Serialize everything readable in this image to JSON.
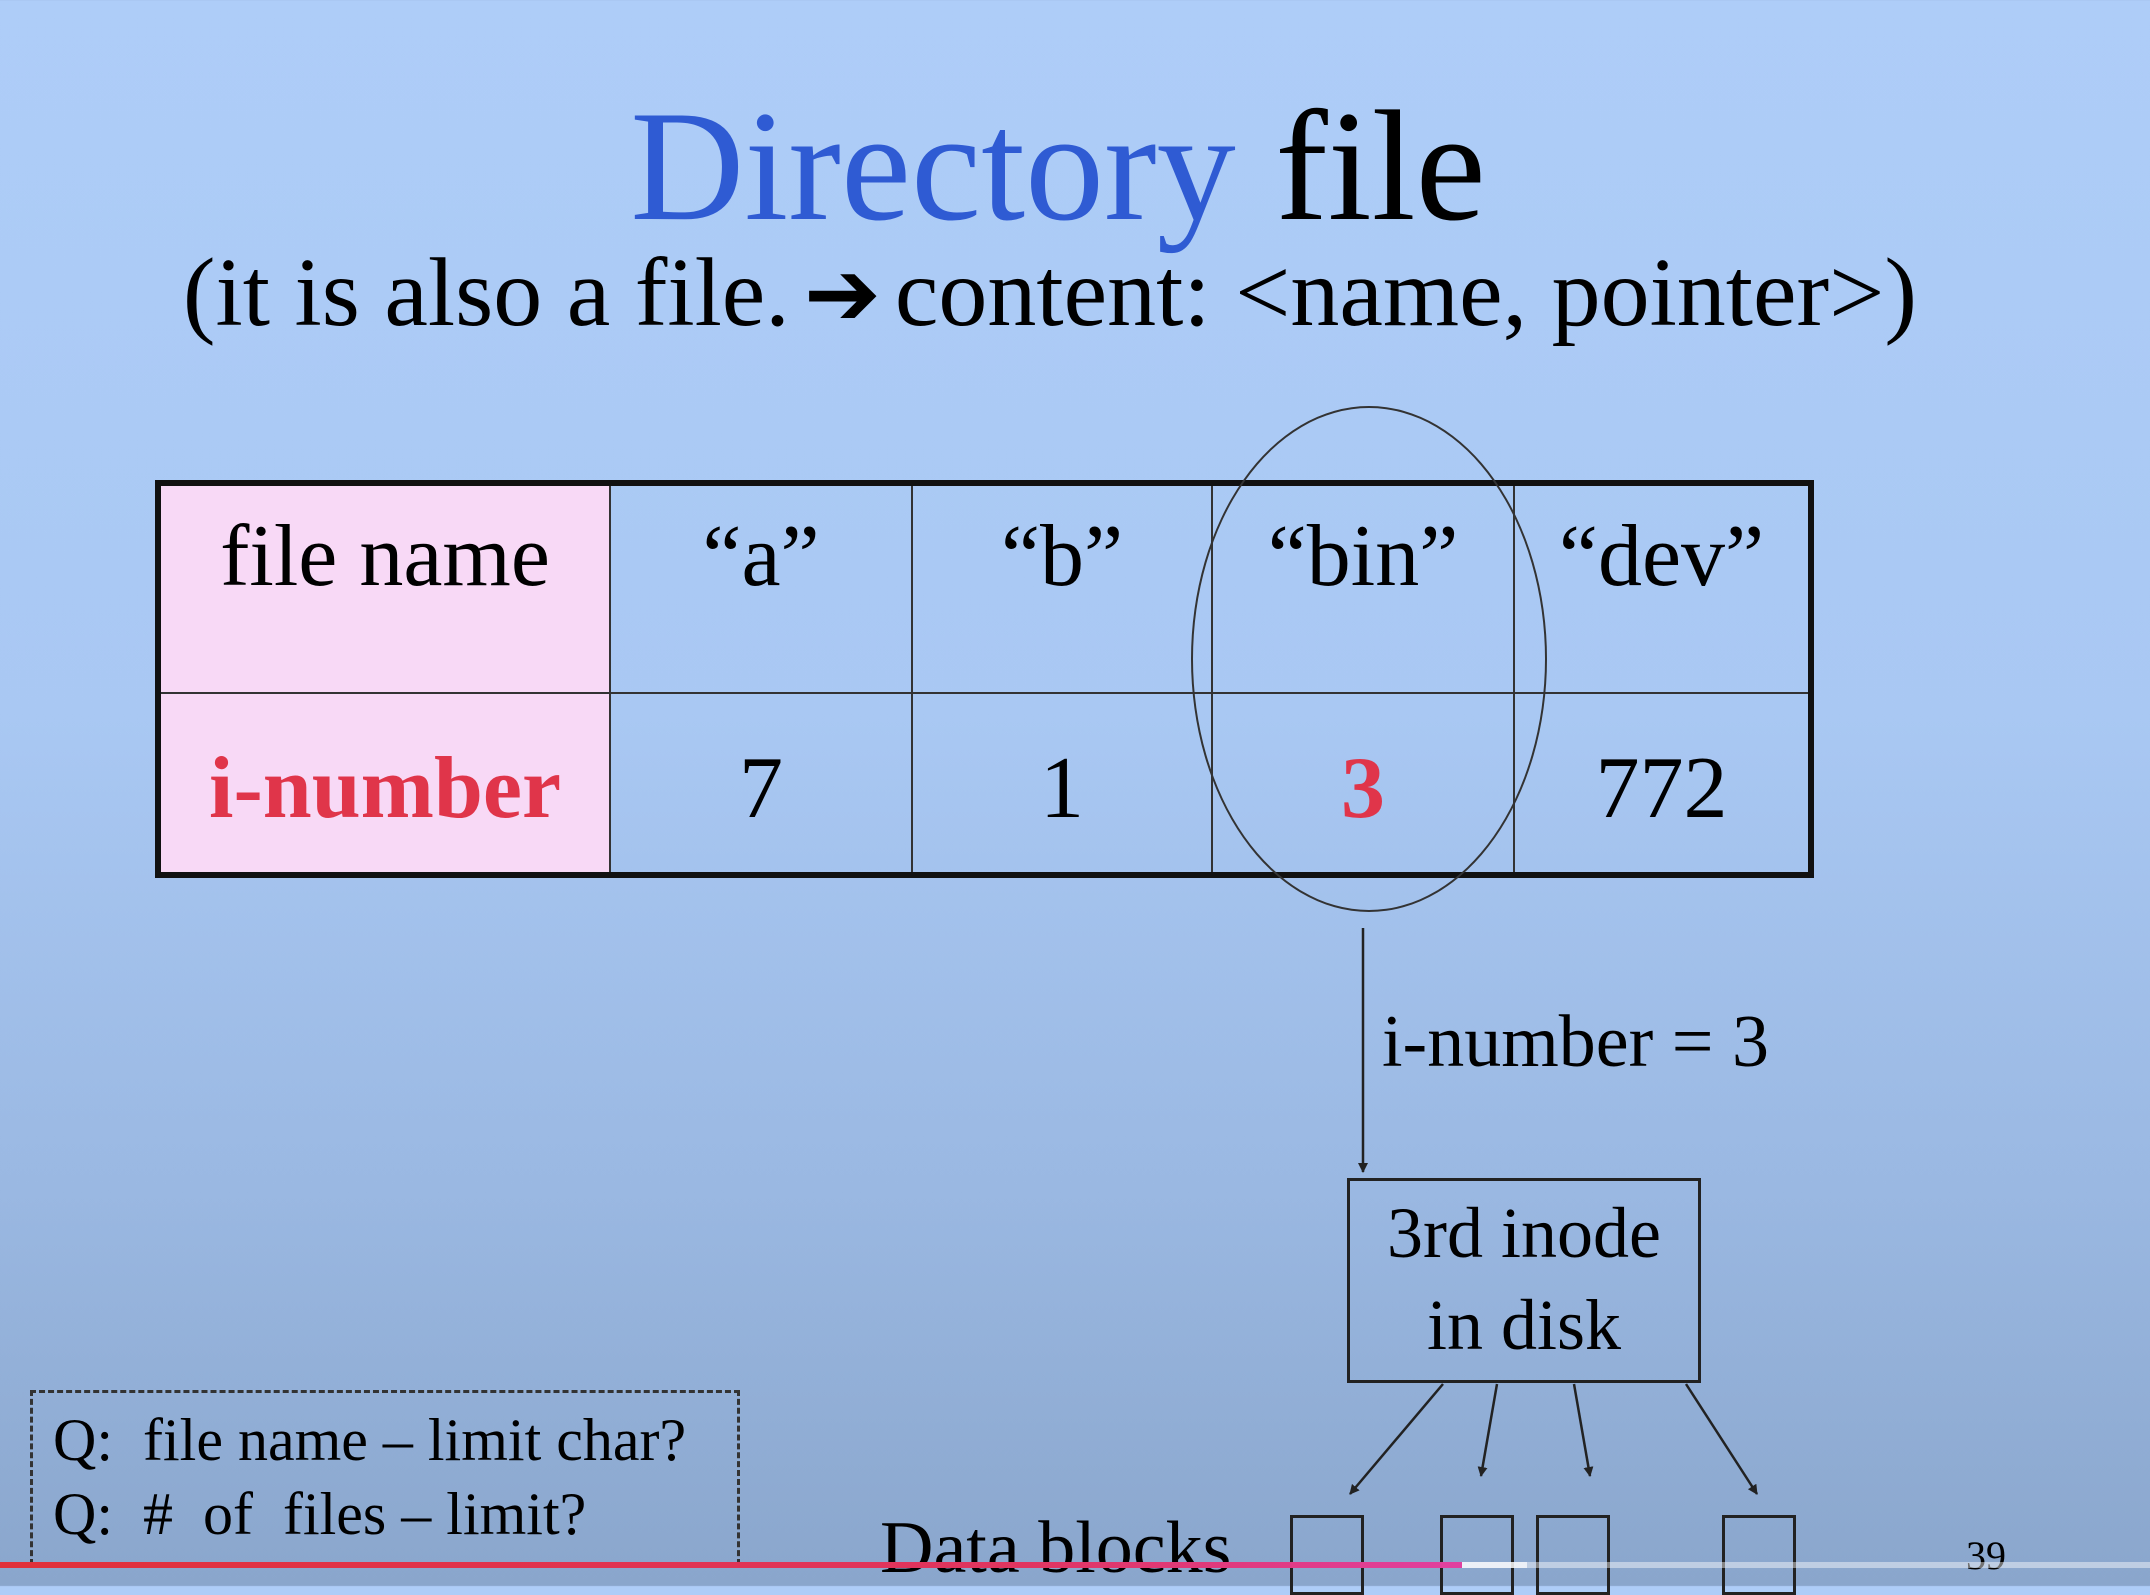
{
  "slide": {
    "title_part1": "Directory",
    "title_part2": " file",
    "subtitle_start": "(it is also a  file.",
    "subtitle_arrow": "➔",
    "subtitle_end": "content: <name, pointer>)",
    "table": {
      "row_header_1": "file name",
      "row_header_2": "i-number",
      "names": [
        "“a”",
        "“b”",
        "“bin”",
        "“dev”"
      ],
      "numbers": [
        "7",
        "1",
        "3",
        "772"
      ]
    },
    "arrow_label": "i-number = 3",
    "inode_line1": "3rd inode",
    "inode_line2": "in disk",
    "question_1": "Q:  file name – limit char?",
    "question_2": "Q:  #  of  files – limit?",
    "data_blocks_label": "Data blocks",
    "page_number": "39"
  },
  "colors": {
    "title_accent": "#2f5bd3",
    "highlight_red": "#e0354a",
    "header_pink": "#f8d9f6",
    "progress_red": "#e0303a"
  },
  "video_progress": {
    "played_fraction": 0.68,
    "buffered_fraction": 0.71
  }
}
